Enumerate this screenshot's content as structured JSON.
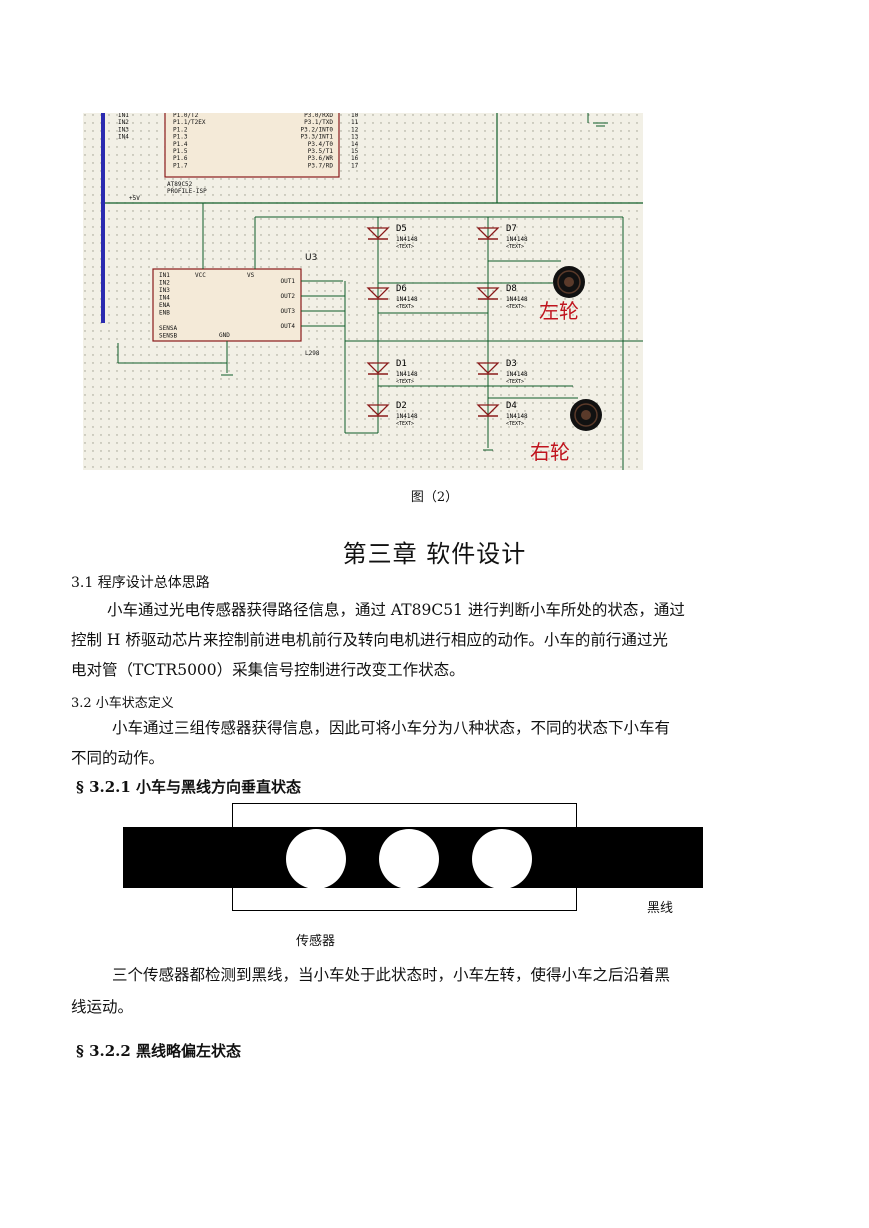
{
  "schematic": {
    "chip_top": "AT89C52",
    "chip_top_sub": "PROFILE-ISP",
    "chip_top_left_labels": [
      "IN1",
      "IN2",
      "IN3",
      "IN4"
    ],
    "chip_top_pins_left": [
      "P1.0/T2",
      "P1.1/T2EX",
      "P1.2",
      "P1.3",
      "P1.4",
      "P1.5",
      "P1.6",
      "P1.7"
    ],
    "chip_top_pins_right": [
      "P3.0/RXD",
      "P3.1/TXD",
      "P3.2/INT0",
      "P3.3/INT1",
      "P3.4/T0",
      "P3.5/T1",
      "P3.6/WR",
      "P3.7/RD"
    ],
    "chip_top_pin_numbers": [
      "10",
      "11",
      "12",
      "13",
      "14",
      "15",
      "16",
      "17"
    ],
    "vcc_label": "+5V",
    "driver_label": "U3",
    "driver_name": "L298",
    "driver_pins_left": [
      "IN1",
      "IN2",
      "IN3",
      "IN4",
      "ENA",
      "ENB",
      "SENSA",
      "SENSB"
    ],
    "driver_pins_right": [
      "OUT1",
      "OUT2",
      "OUT3",
      "OUT4"
    ],
    "driver_top": [
      "VCC",
      "VS"
    ],
    "driver_gnd": "GND",
    "diodes": [
      "D5",
      "D7",
      "D6",
      "D8",
      "D1",
      "D3",
      "D2",
      "D4"
    ],
    "diode_part": "1N4148",
    "text_placeholder": "<TEXT>",
    "left_wheel": "左轮",
    "right_wheel": "右轮"
  },
  "figure_caption": "图（2）",
  "chapter_title": "第三章  软件设计",
  "section_3_1": {
    "title": "3.1 程序设计总体思路",
    "lines": [
      "小车通过光电传感器获得路径信息，通过 AT89C51 进行判断小车所处的状态，通过",
      "控制 H 桥驱动芯片来控制前进电机前行及转向电机进行相应的动作。小车的前行通过光",
      "电对管（TCTR5000）采集信号控制进行改变工作状态。"
    ]
  },
  "section_3_2": {
    "title": "3.2 小车状态定义",
    "lines": [
      "小车通过三组传感器获得信息，因此可将小车分为八种状态，不同的状态下小车有",
      "不同的动作。"
    ]
  },
  "section_3_2_1": {
    "title": "§ 3.2.1 小车与黑线方向垂直状态",
    "black_line_label": "黑线",
    "sensor_label": "传感器",
    "lines": [
      "三个传感器都检测到黑线，当小车处于此状态时，小车左转，使得小车之后沿着黑",
      "线运动。"
    ]
  },
  "section_3_2_2": {
    "title": "§ 3.2.2 黑线略偏左状态"
  },
  "colors": {
    "schematic_bg": "#f2f0e6",
    "wire": "#0f5c28",
    "bus": "#2b2bb0",
    "chip_border": "#8a1a1a",
    "wheel_text": "#c0141e"
  }
}
